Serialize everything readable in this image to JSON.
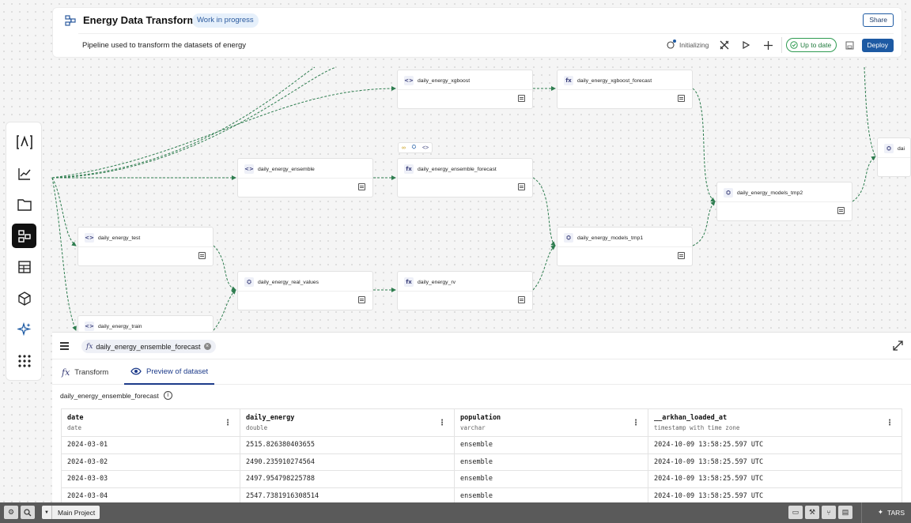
{
  "header": {
    "title": "Energy Data Transform",
    "status_badge": "Work in progress",
    "share_label": "Share",
    "description": "Pipeline used to transform the datasets of energy",
    "initializing_label": "Initializing",
    "up_to_date_label": "Up to date",
    "deploy_label": "Deploy"
  },
  "rail": {
    "items": [
      {
        "name": "brand-icon",
        "active": false
      },
      {
        "name": "chart-icon",
        "active": false
      },
      {
        "name": "folder-icon",
        "active": false
      },
      {
        "name": "pipeline-icon",
        "active": true
      },
      {
        "name": "table-icon",
        "active": false
      },
      {
        "name": "cube-icon",
        "active": false
      },
      {
        "name": "sparkle-icon",
        "active": false
      },
      {
        "name": "apps-grid-icon",
        "active": false
      }
    ]
  },
  "nodes": [
    {
      "id": "xgb",
      "label": "daily_energy_xgboost",
      "icon": "code"
    },
    {
      "id": "xgbf",
      "label": "daily_energy_xgboost_forecast",
      "icon": "fx"
    },
    {
      "id": "ens",
      "label": "daily_energy_ensemble",
      "icon": "code"
    },
    {
      "id": "ensf",
      "label": "daily_energy_ensemble_forecast",
      "icon": "fx"
    },
    {
      "id": "m2",
      "label": "daily_energy_models_tmp2",
      "icon": "union"
    },
    {
      "id": "dai",
      "label": "dai",
      "icon": "union"
    },
    {
      "id": "test",
      "label": "daily_energy_test",
      "icon": "code"
    },
    {
      "id": "m1",
      "label": "daily_energy_models_tmp1",
      "icon": "union"
    },
    {
      "id": "real",
      "label": "daily_energy_real_values",
      "icon": "union"
    },
    {
      "id": "rv",
      "label": "daily_energy_rv",
      "icon": "fx"
    },
    {
      "id": "train",
      "label": "daily_energy_train",
      "icon": "code"
    }
  ],
  "panel": {
    "selected_chip": "daily_energy_ensemble_forecast",
    "tabs": [
      {
        "label": "Transform",
        "active": false
      },
      {
        "label": "Preview of dataset",
        "active": true
      }
    ],
    "dataset_name": "daily_energy_ensemble_forecast",
    "columns": [
      {
        "name": "date",
        "type": "date"
      },
      {
        "name": "daily_energy",
        "type": "double"
      },
      {
        "name": "population",
        "type": "varchar"
      },
      {
        "name": "__arkhan_loaded_at",
        "type": "timestamp with time zone"
      }
    ],
    "rows": [
      [
        "2024-03-01",
        "2515.826380403655",
        "ensemble",
        "2024-10-09 13:58:25.597 UTC"
      ],
      [
        "2024-03-02",
        "2490.235910274564",
        "ensemble",
        "2024-10-09 13:58:25.597 UTC"
      ],
      [
        "2024-03-03",
        "2497.954798225788",
        "ensemble",
        "2024-10-09 13:58:25.597 UTC"
      ],
      [
        "2024-03-04",
        "2547.7381916308514",
        "ensemble",
        "2024-10-09 13:58:25.597 UTC"
      ]
    ]
  },
  "statusbar": {
    "project_label": "Main Project",
    "assistant_label": "TARS"
  },
  "colors": {
    "accent": "#1d5aa3",
    "edge": "#2e7d4f",
    "success": "#2e9b51",
    "active_rail": "#111111"
  }
}
